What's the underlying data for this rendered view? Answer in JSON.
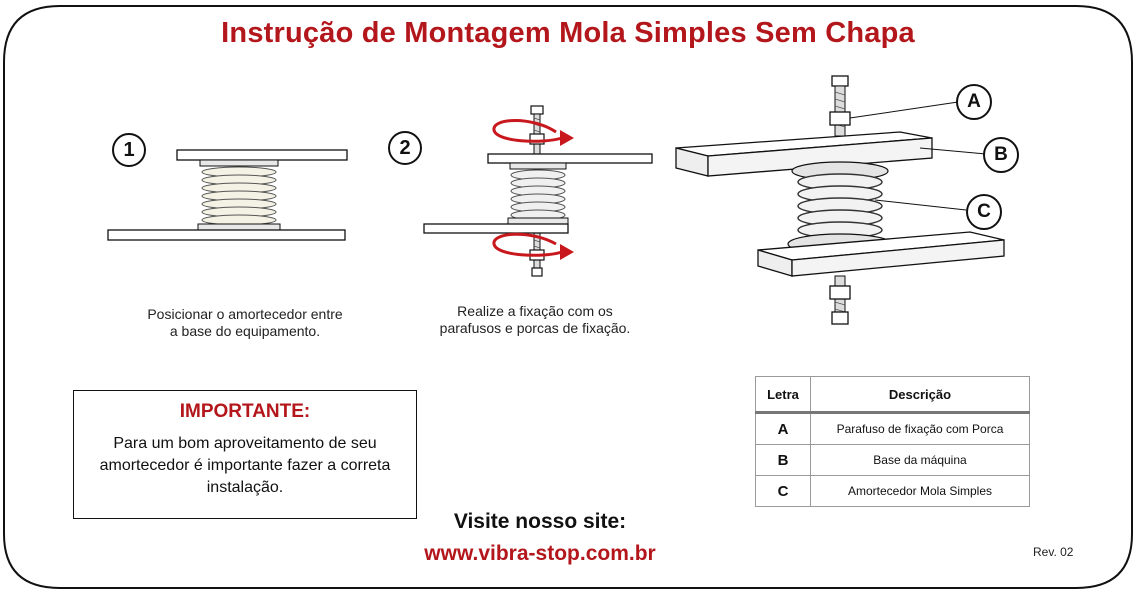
{
  "title": "Instrução de Montagem Mola Simples Sem Chapa",
  "colors": {
    "accent": "#b3161b",
    "arrow": "#c8181e",
    "ink": "#111111"
  },
  "steps": [
    {
      "number": "1",
      "caption_line1": "Posicionar o amortecedor entre",
      "caption_line2": "a base do equipamento."
    },
    {
      "number": "2",
      "caption_line1": "Realize a fixação com os",
      "caption_line2": "parafusos e porcas de fixação."
    }
  ],
  "callouts": [
    "A",
    "B",
    "C"
  ],
  "legend": {
    "headers": [
      "Letra",
      "Descrição"
    ],
    "rows": [
      {
        "letter": "A",
        "description": "Parafuso de fixação com Porca"
      },
      {
        "letter": "B",
        "description": "Base da máquina"
      },
      {
        "letter": "C",
        "description": "Amortecedor Mola Simples"
      }
    ]
  },
  "important": {
    "heading": "IMPORTANTE:",
    "body": "Para um bom aproveitamento de seu amortecedor é importante fazer a correta instalação."
  },
  "footer": {
    "visit": "Visite nosso site:",
    "website": "www.vibra-stop.com.br",
    "revision": "Rev. 02"
  }
}
